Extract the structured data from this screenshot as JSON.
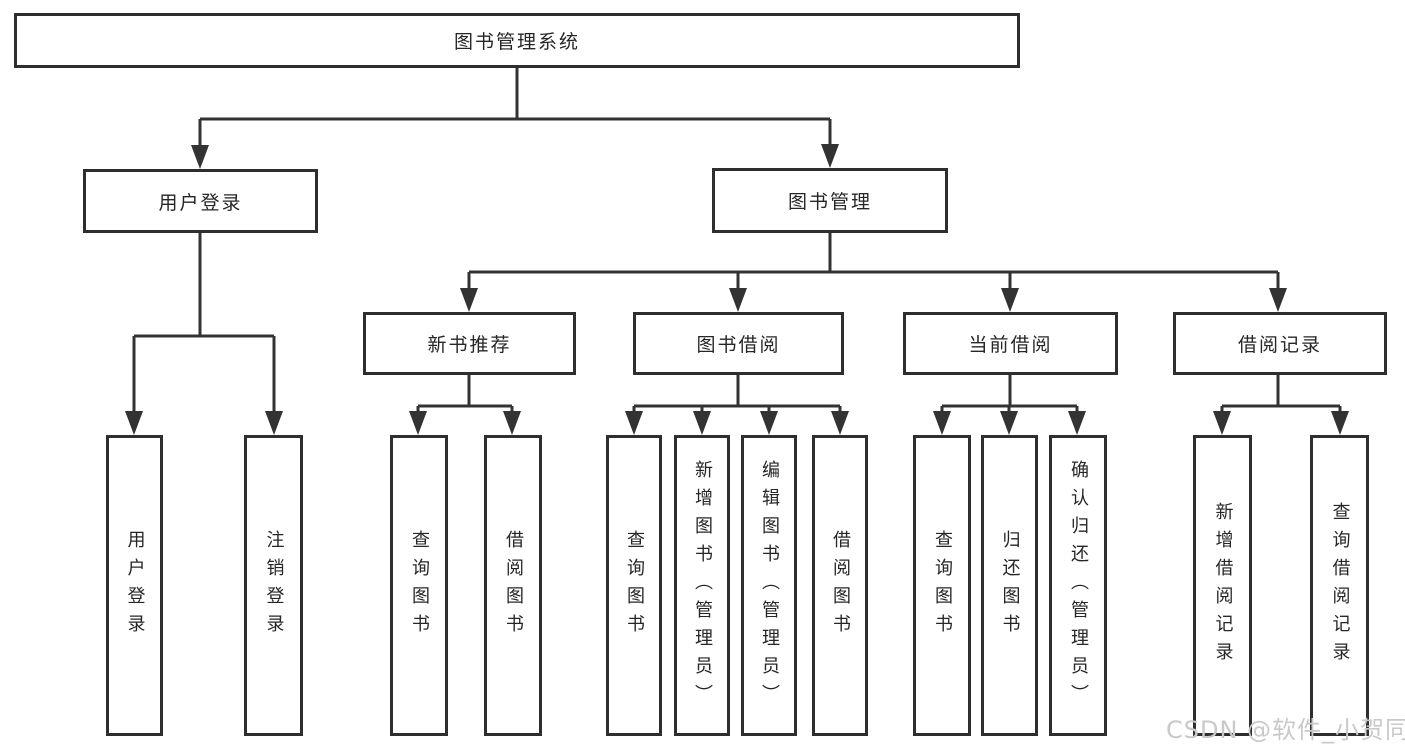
{
  "root": {
    "label": "图书管理系统"
  },
  "level2": [
    {
      "label": "用户登录"
    },
    {
      "label": "图书管理"
    }
  ],
  "level3": [
    {
      "label": "新书推荐"
    },
    {
      "label": "图书借阅"
    },
    {
      "label": "当前借阅"
    },
    {
      "label": "借阅记录"
    }
  ],
  "leaves": {
    "user_login": [
      {
        "label": "用户登录"
      },
      {
        "label": "注销登录"
      }
    ],
    "new_book_recommend": [
      {
        "label": "查询图书"
      },
      {
        "label": "借阅图书"
      }
    ],
    "book_borrow": [
      {
        "label": "查询图书"
      },
      {
        "label": "新增图书（管理员）"
      },
      {
        "label": "编辑图书（管理员）"
      },
      {
        "label": "借阅图书"
      }
    ],
    "current_borrow": [
      {
        "label": "查询图书"
      },
      {
        "label": "归还图书"
      },
      {
        "label": "确认归还（管理员）"
      }
    ],
    "borrow_records": [
      {
        "label": "新增借阅记录"
      },
      {
        "label": "查询借阅记录"
      }
    ]
  },
  "watermark": {
    "text": "CSDN @软件_小贺同学"
  },
  "colors": {
    "line": "#333333",
    "border": "#2e2e2e",
    "text": "#262626",
    "watermark": "#c9c9c9",
    "background": "#ffffff"
  }
}
